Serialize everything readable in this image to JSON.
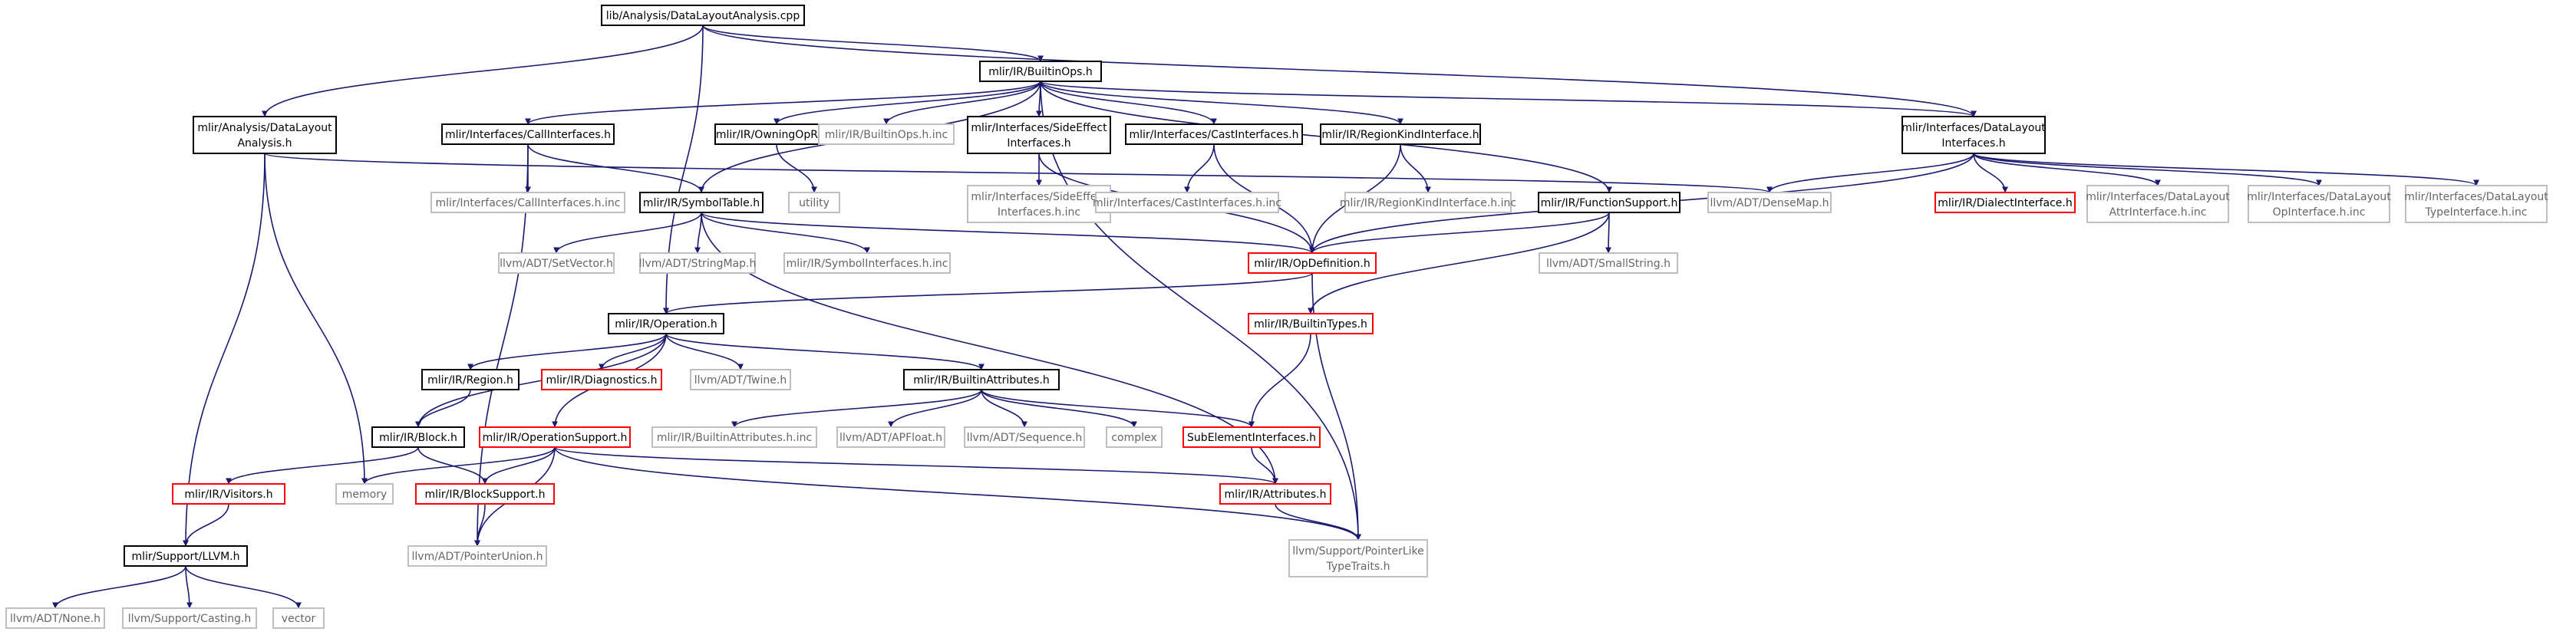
{
  "title": "lib/Analysis/DataLayoutAnalysis.cpp",
  "colors": {
    "edge": "#191970",
    "root_fill": "#bfbfbf",
    "documented_border": "#000000",
    "incomplete_border": "#ff0000",
    "external_border": "#bfbfbf",
    "external_text": "#666666"
  },
  "nodes": [
    {
      "id": "root",
      "kind": "root",
      "lines": [
        "lib/Analysis/DataLayoutAnalysis.cpp"
      ]
    },
    {
      "id": "analysis_dl",
      "kind": "documented",
      "lines": [
        "mlir/Analysis/DataLayout",
        "Analysis.h"
      ]
    },
    {
      "id": "builtinops",
      "kind": "documented",
      "lines": [
        "mlir/IR/BuiltinOps.h"
      ]
    },
    {
      "id": "dlinterfaces",
      "kind": "documented",
      "lines": [
        "mlir/Interfaces/DataLayout",
        "Interfaces.h"
      ]
    },
    {
      "id": "callinterfaces",
      "kind": "documented",
      "lines": [
        "mlir/Interfaces/CallInterfaces.h"
      ]
    },
    {
      "id": "owningopref",
      "kind": "documented",
      "lines": [
        "mlir/IR/OwningOpRef.h"
      ]
    },
    {
      "id": "builtinops_inc",
      "kind": "external",
      "lines": [
        "mlir/IR/BuiltinOps.h.inc"
      ]
    },
    {
      "id": "sideeffect",
      "kind": "documented",
      "lines": [
        "mlir/Interfaces/SideEffect",
        "Interfaces.h"
      ]
    },
    {
      "id": "castinterfaces",
      "kind": "documented",
      "lines": [
        "mlir/Interfaces/CastInterfaces.h"
      ]
    },
    {
      "id": "regionkind",
      "kind": "documented",
      "lines": [
        "mlir/IR/RegionKindInterface.h"
      ]
    },
    {
      "id": "callinterfaces_inc",
      "kind": "external",
      "lines": [
        "mlir/Interfaces/CallInterfaces.h.inc"
      ]
    },
    {
      "id": "symboltable",
      "kind": "documented",
      "lines": [
        "mlir/IR/SymbolTable.h"
      ]
    },
    {
      "id": "utility",
      "kind": "external",
      "lines": [
        "utility"
      ]
    },
    {
      "id": "sideeffect_inc",
      "kind": "external",
      "lines": [
        "mlir/Interfaces/SideEffect",
        "Interfaces.h.inc"
      ]
    },
    {
      "id": "castinterfaces_inc",
      "kind": "external",
      "lines": [
        "mlir/Interfaces/CastInterfaces.h.inc"
      ]
    },
    {
      "id": "regionkind_inc",
      "kind": "external",
      "lines": [
        "mlir/IR/RegionKindInterface.h.inc"
      ]
    },
    {
      "id": "functionsupport",
      "kind": "documented",
      "lines": [
        "mlir/IR/FunctionSupport.h"
      ]
    },
    {
      "id": "densemap",
      "kind": "external",
      "lines": [
        "llvm/ADT/DenseMap.h"
      ]
    },
    {
      "id": "dialectinterface",
      "kind": "incomplete",
      "lines": [
        "mlir/IR/DialectInterface.h"
      ]
    },
    {
      "id": "dl_attr_inc",
      "kind": "external",
      "lines": [
        "mlir/Interfaces/DataLayout",
        "AttrInterface.h.inc"
      ]
    },
    {
      "id": "dl_op_inc",
      "kind": "external",
      "lines": [
        "mlir/Interfaces/DataLayout",
        "OpInterface.h.inc"
      ]
    },
    {
      "id": "dl_type_inc",
      "kind": "external",
      "lines": [
        "mlir/Interfaces/DataLayout",
        "TypeInterface.h.inc"
      ]
    },
    {
      "id": "setvector",
      "kind": "external",
      "lines": [
        "llvm/ADT/SetVector.h"
      ]
    },
    {
      "id": "stringmap",
      "kind": "external",
      "lines": [
        "llvm/ADT/StringMap.h"
      ]
    },
    {
      "id": "symbolinterfaces_inc",
      "kind": "external",
      "lines": [
        "mlir/IR/SymbolInterfaces.h.inc"
      ]
    },
    {
      "id": "opdefinition",
      "kind": "incomplete",
      "lines": [
        "mlir/IR/OpDefinition.h"
      ]
    },
    {
      "id": "smallstring",
      "kind": "external",
      "lines": [
        "llvm/ADT/SmallString.h"
      ]
    },
    {
      "id": "operation",
      "kind": "documented",
      "lines": [
        "mlir/IR/Operation.h"
      ]
    },
    {
      "id": "builtintypes",
      "kind": "incomplete",
      "lines": [
        "mlir/IR/BuiltinTypes.h"
      ]
    },
    {
      "id": "region",
      "kind": "documented",
      "lines": [
        "mlir/IR/Region.h"
      ]
    },
    {
      "id": "diagnostics",
      "kind": "incomplete",
      "lines": [
        "mlir/IR/Diagnostics.h"
      ]
    },
    {
      "id": "twine",
      "kind": "external",
      "lines": [
        "llvm/ADT/Twine.h"
      ]
    },
    {
      "id": "builtinattributes",
      "kind": "documented",
      "lines": [
        "mlir/IR/BuiltinAttributes.h"
      ]
    },
    {
      "id": "block",
      "kind": "documented",
      "lines": [
        "mlir/IR/Block.h"
      ]
    },
    {
      "id": "operationsupport",
      "kind": "incomplete",
      "lines": [
        "mlir/IR/OperationSupport.h"
      ]
    },
    {
      "id": "builtinattributes_inc",
      "kind": "external",
      "lines": [
        "mlir/IR/BuiltinAttributes.h.inc"
      ]
    },
    {
      "id": "apfloat",
      "kind": "external",
      "lines": [
        "llvm/ADT/APFloat.h"
      ]
    },
    {
      "id": "sequence",
      "kind": "external",
      "lines": [
        "llvm/ADT/Sequence.h"
      ]
    },
    {
      "id": "complex",
      "kind": "external",
      "lines": [
        "complex"
      ]
    },
    {
      "id": "subelement",
      "kind": "incomplete",
      "lines": [
        "SubElementInterfaces.h"
      ]
    },
    {
      "id": "visitors",
      "kind": "incomplete",
      "lines": [
        "mlir/IR/Visitors.h"
      ]
    },
    {
      "id": "memory",
      "kind": "external",
      "lines": [
        "memory"
      ]
    },
    {
      "id": "blocksupport",
      "kind": "incomplete",
      "lines": [
        "mlir/IR/BlockSupport.h"
      ]
    },
    {
      "id": "attributes",
      "kind": "incomplete",
      "lines": [
        "mlir/IR/Attributes.h"
      ]
    },
    {
      "id": "llvm",
      "kind": "documented",
      "lines": [
        "mlir/Support/LLVM.h"
      ]
    },
    {
      "id": "pointerunion",
      "kind": "external",
      "lines": [
        "llvm/ADT/PointerUnion.h"
      ]
    },
    {
      "id": "pointerlike",
      "kind": "external",
      "lines": [
        "llvm/Support/PointerLike",
        "TypeTraits.h"
      ]
    },
    {
      "id": "none",
      "kind": "external",
      "lines": [
        "llvm/ADT/None.h"
      ]
    },
    {
      "id": "casting",
      "kind": "external",
      "lines": [
        "llvm/Support/Casting.h"
      ]
    },
    {
      "id": "vector",
      "kind": "external",
      "lines": [
        "vector"
      ]
    }
  ],
  "edges": [
    [
      "root",
      "analysis_dl"
    ],
    [
      "root",
      "builtinops"
    ],
    [
      "root",
      "dlinterfaces"
    ],
    [
      "root",
      "operation"
    ],
    [
      "analysis_dl",
      "densemap"
    ],
    [
      "analysis_dl",
      "llvm"
    ],
    [
      "analysis_dl",
      "memory"
    ],
    [
      "builtinops",
      "callinterfaces"
    ],
    [
      "builtinops",
      "owningopref"
    ],
    [
      "builtinops",
      "builtinops_inc"
    ],
    [
      "builtinops",
      "sideeffect"
    ],
    [
      "builtinops",
      "castinterfaces"
    ],
    [
      "builtinops",
      "regionkind"
    ],
    [
      "builtinops",
      "symboltable"
    ],
    [
      "builtinops",
      "functionsupport"
    ],
    [
      "builtinops",
      "dlinterfaces"
    ],
    [
      "builtinops",
      "pointerlike"
    ],
    [
      "callinterfaces",
      "callinterfaces_inc"
    ],
    [
      "callinterfaces",
      "symboltable"
    ],
    [
      "callinterfaces",
      "pointerunion"
    ],
    [
      "owningopref",
      "utility"
    ],
    [
      "sideeffect",
      "sideeffect_inc"
    ],
    [
      "sideeffect",
      "opdefinition"
    ],
    [
      "castinterfaces",
      "castinterfaces_inc"
    ],
    [
      "castinterfaces",
      "opdefinition"
    ],
    [
      "regionkind",
      "regionkind_inc"
    ],
    [
      "regionkind",
      "opdefinition"
    ],
    [
      "symboltable",
      "setvector"
    ],
    [
      "symboltable",
      "stringmap"
    ],
    [
      "symboltable",
      "symbolinterfaces_inc"
    ],
    [
      "symboltable",
      "opdefinition"
    ],
    [
      "symboltable",
      "attributes"
    ],
    [
      "functionsupport",
      "opdefinition"
    ],
    [
      "functionsupport",
      "smallstring"
    ],
    [
      "functionsupport",
      "builtintypes"
    ],
    [
      "dlinterfaces",
      "densemap"
    ],
    [
      "dlinterfaces",
      "dialectinterface"
    ],
    [
      "dlinterfaces",
      "dl_attr_inc"
    ],
    [
      "dlinterfaces",
      "dl_op_inc"
    ],
    [
      "dlinterfaces",
      "dl_type_inc"
    ],
    [
      "dlinterfaces",
      "opdefinition"
    ],
    [
      "opdefinition",
      "operation"
    ],
    [
      "opdefinition",
      "pointerlike"
    ],
    [
      "builtintypes",
      "subelement"
    ],
    [
      "operation",
      "region"
    ],
    [
      "operation",
      "diagnostics"
    ],
    [
      "operation",
      "twine"
    ],
    [
      "operation",
      "builtinattributes"
    ],
    [
      "operation",
      "block"
    ],
    [
      "operation",
      "operationsupport"
    ],
    [
      "region",
      "block"
    ],
    [
      "builtinattributes",
      "builtinattributes_inc"
    ],
    [
      "builtinattributes",
      "apfloat"
    ],
    [
      "builtinattributes",
      "sequence"
    ],
    [
      "builtinattributes",
      "complex"
    ],
    [
      "builtinattributes",
      "subelement"
    ],
    [
      "block",
      "visitors"
    ],
    [
      "block",
      "blocksupport"
    ],
    [
      "operationsupport",
      "memory"
    ],
    [
      "operationsupport",
      "blocksupport"
    ],
    [
      "operationsupport",
      "pointerunion"
    ],
    [
      "operationsupport",
      "attributes"
    ],
    [
      "operationsupport",
      "pointerlike"
    ],
    [
      "subelement",
      "attributes"
    ],
    [
      "attributes",
      "pointerlike"
    ],
    [
      "visitors",
      "llvm"
    ],
    [
      "blocksupport",
      "pointerunion"
    ],
    [
      "llvm",
      "none"
    ],
    [
      "llvm",
      "casting"
    ],
    [
      "llvm",
      "vector"
    ]
  ]
}
